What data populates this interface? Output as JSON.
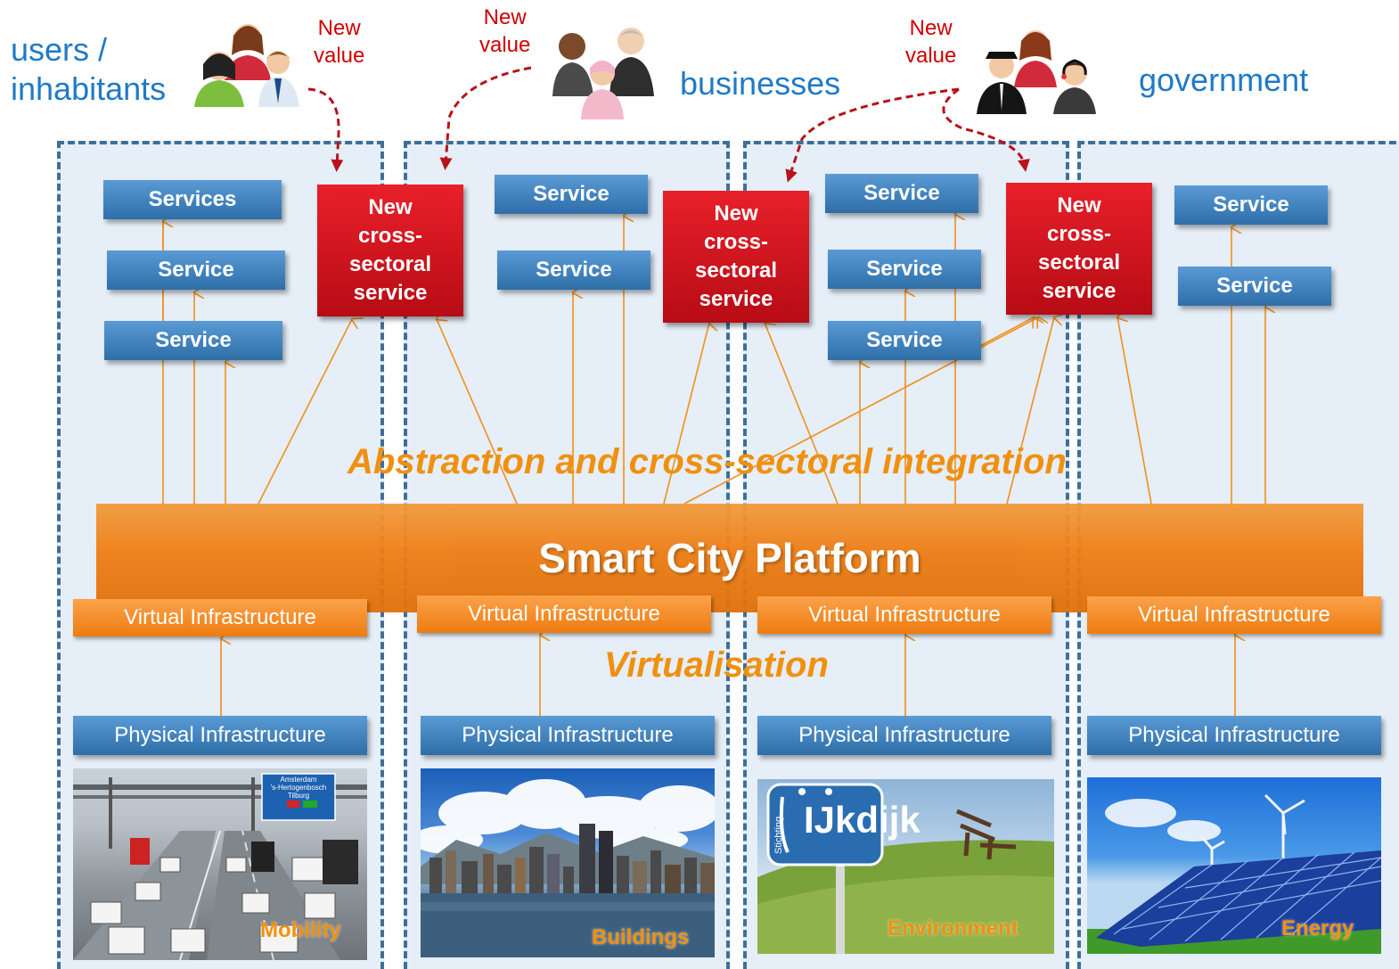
{
  "actors": {
    "users": "users /\ninhabitants",
    "businesses": "businesses",
    "government": "government"
  },
  "new_value": "New\nvalue",
  "columns": {
    "mobility": {
      "services": [
        "Services",
        "Service",
        "Service"
      ],
      "virtual": "Virtual Infrastructure",
      "physical": "Physical Infrastructure",
      "domain": "Mobility"
    },
    "buildings": {
      "services": [
        "Service",
        "Service"
      ],
      "virtual": "Virtual Infrastructure",
      "physical": "Physical Infrastructure",
      "domain": "Buildings"
    },
    "environment": {
      "services": [
        "Service",
        "Service",
        "Service"
      ],
      "virtual": "Virtual Infrastructure",
      "physical": "Physical Infrastructure",
      "domain": "Environment"
    },
    "energy": {
      "services": [
        "Service",
        "Service"
      ],
      "virtual": "Virtual Infrastructure",
      "physical": "Physical Infrastructure",
      "domain": "Energy"
    }
  },
  "cross_service": "New\ncross-\nsectoral\nservice",
  "platform": "Smart City Platform",
  "layers": {
    "abstraction": "Abstraction and cross-sectoral integration",
    "virtualisation": "Virtualisation"
  },
  "sign_text": {
    "road": [
      "Amsterdam",
      "'s-Hertogenbosch",
      "Tilburg"
    ],
    "ijkdijk": "IJkdijk",
    "stichting": "Stichting"
  },
  "colors": {
    "service_blue": "#2f6fa8",
    "cross_red": "#c8141c",
    "platform_orange": "#ee7d14",
    "actor_blue": "#1f7ac6",
    "value_red": "#d00000",
    "layer_orange": "#f0900f"
  },
  "icons": [
    "user-group-icon",
    "business-group-icon",
    "government-group-icon"
  ]
}
